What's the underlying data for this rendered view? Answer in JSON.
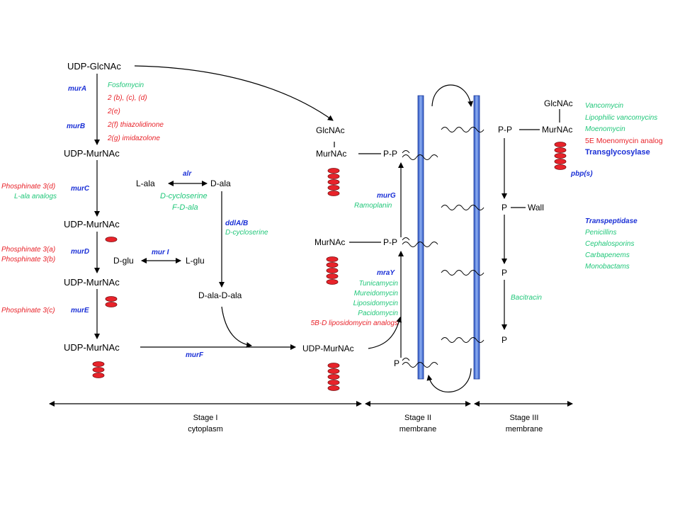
{
  "stage1": {
    "udp_glcnac": "UDP-GlcNAc",
    "udp_murnac_1": "UDP-MurNAc",
    "udp_murnac_2": "UDP-MurNAc",
    "udp_murnac_3": "UDP-MurNAc",
    "udp_murnac_4": "UDP-MurNAc",
    "murA": "murA",
    "murB": "murB",
    "murC": "murC",
    "murD": "murD",
    "murE": "murE",
    "murF": "murF",
    "murI": "mur I",
    "alr": "alr",
    "ddlAB": "ddlA/B",
    "fosfomycin": "Fosfomycin",
    "inh_2bcd": "2 (b), (c), (d)",
    "inh_2e": "2(e)",
    "inh_2f": "2(f) thiazolidinone",
    "inh_2g": "2(g) imidazolone",
    "phosphinate_3d": "Phosphinate 3(d)",
    "l_ala_analogs": "L-ala analogs",
    "phosphinate_3a": "Phosphinate 3(a)",
    "phosphinate_3b": "Phosphinate 3(b)",
    "phosphinate_3c": "Phosphinate 3(c)",
    "l_ala": "L-ala",
    "d_ala": "D-ala",
    "d_cycloserine": "D-cycloserine",
    "f_d_ala": "F-D-ala",
    "d_cycloserine_2": "D-cycloserine",
    "d_glu": "D-glu",
    "l_glu": "L-glu",
    "d_ala_d_ala": "D-ala-D-ala"
  },
  "stage2": {
    "glcnac": "GlcNAc",
    "murnac_top": "MurNAc",
    "pp_top": "P-P",
    "murG": "murG",
    "ramoplanin": "Ramoplanin",
    "murnac_mid": "MurNAc",
    "pp_mid": "P-P",
    "mraY": "mraY",
    "tunicamycin": "Tunicamycin",
    "mureidomycin": "Mureidomycin",
    "liposidomycin": "Liposidomycin",
    "pacidomycin": "Pacidomycin",
    "liposidomycin_analogs": "5B-D liposidomycin analogs",
    "udp_murnac": "UDP-MurNAc",
    "p": "P"
  },
  "stage3": {
    "glcnac": "GlcNAc",
    "pp": "P-P",
    "murnac": "MurNAc",
    "vancomycin": "Vancomycin",
    "lipophilic": "Lipophilic vancomycins",
    "moenomycin": "Moenomycin",
    "moenomycin_analog": "5E Moenomycin analog",
    "transglycosylase": "Transglycosylase",
    "pbp": "pbp(s)",
    "p_wall": "P",
    "wall": "Wall",
    "transpeptidase": "Transpeptidase",
    "penicillins": "Penicillins",
    "cephalosporins": "Cephalosporins",
    "carbapenems": "Carbapenems",
    "monobactams": "Monobactams",
    "p_mid": "P",
    "bacitracin": "Bacitracin",
    "p_low": "P"
  },
  "stages": [
    {
      "name": "Stage I",
      "location": "cytoplasm"
    },
    {
      "name": "Stage II",
      "location": "membrane"
    },
    {
      "name": "Stage III",
      "location": "membrane"
    }
  ],
  "colors": {
    "enzyme": "#1a2fd6",
    "antibiotic": "#21c77a",
    "inhibitor": "#e8232a",
    "peptide": "#e8232a",
    "membrane": "#4a74d8"
  }
}
